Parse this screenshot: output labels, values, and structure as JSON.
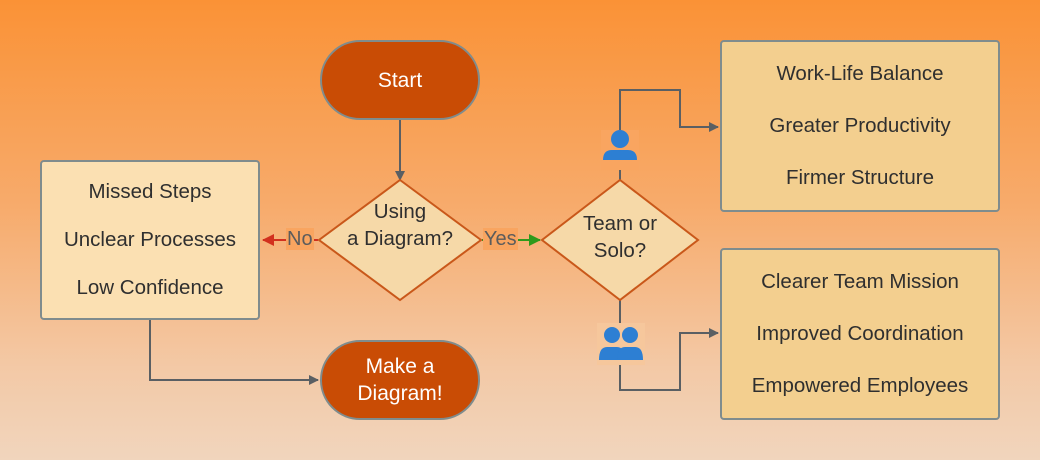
{
  "nodes": {
    "start": "Start",
    "decision_diagram": [
      "Using",
      "a Diagram?"
    ],
    "decision_team": [
      "Team or",
      "Solo?"
    ],
    "problems": [
      "Missed Steps",
      "Unclear Processes",
      "Low Confidence"
    ],
    "make_diagram": [
      "Make a",
      "Diagram!"
    ],
    "solo_benefits": [
      "Work-Life Balance",
      "Greater Productivity",
      "Firmer Structure"
    ],
    "team_benefits": [
      "Clearer Team Mission",
      "Improved Coordination",
      "Empowered Employees"
    ]
  },
  "edges": {
    "no_label": "No",
    "yes_label": "Yes"
  },
  "icons": {
    "solo": "single-person-icon",
    "team": "group-people-icon"
  },
  "colors": {
    "terminal_fill": "#c94c05",
    "decision_fill": "#f6d9a8",
    "decision_stroke": "#c9581a",
    "no_arrow": "#d2301e",
    "yes_arrow": "#2e9a1c",
    "icon_blue": "#2d7fd3",
    "connector": "#5a5f63"
  }
}
